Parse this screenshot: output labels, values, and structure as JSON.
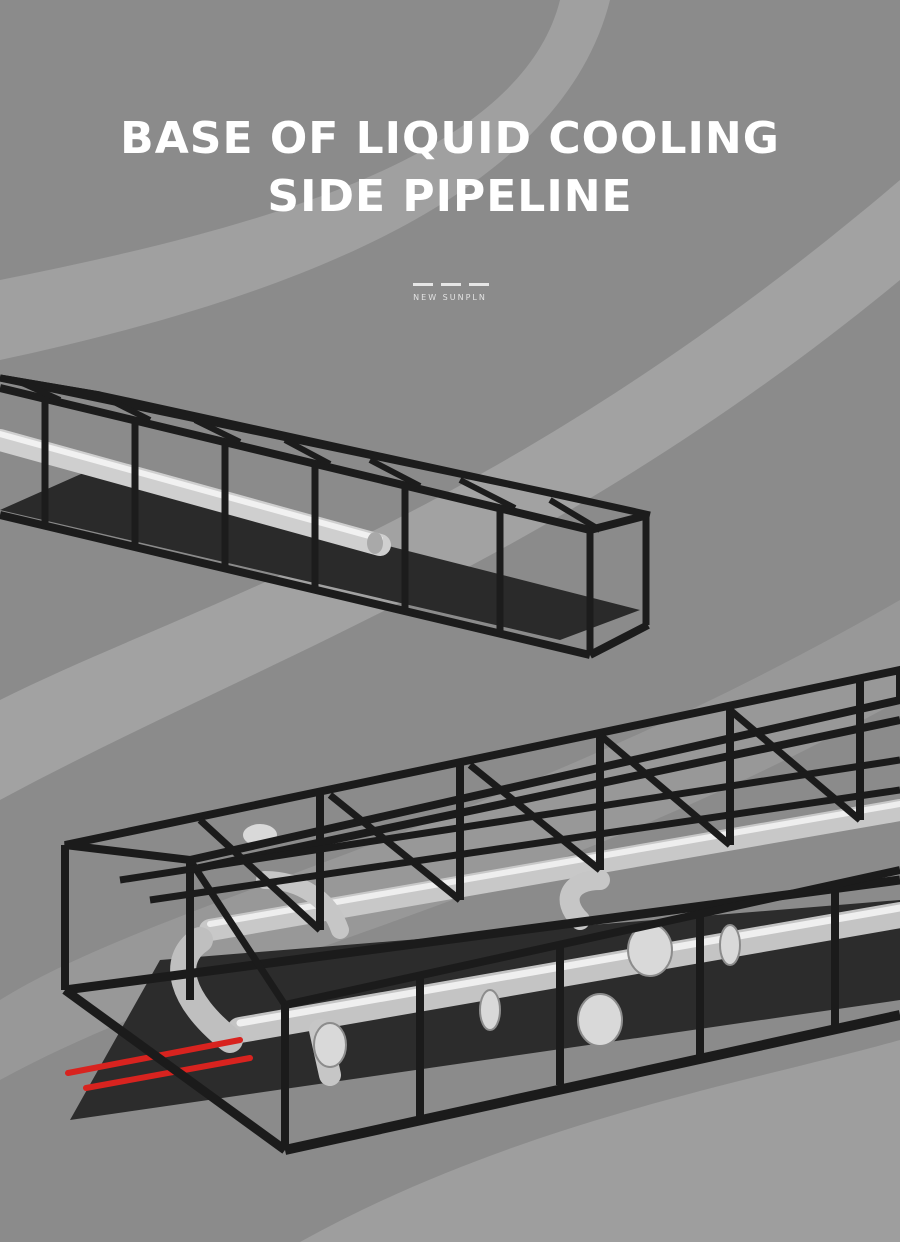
{
  "header": {
    "title_line1": "BASE OF LIQUID COOLING",
    "title_line2": "SIDE PIPELINE",
    "brand": "NEW SUNPLN"
  },
  "illustrations": [
    {
      "name": "upper-pipeline-skid-image",
      "description": "Black steel frame skid with stainless steel pipeline"
    },
    {
      "name": "lower-pipeline-skid-image",
      "description": "Black steel frame skid with stainless pipes, flanges and red tubes"
    }
  ],
  "colors": {
    "background": "#8d8d8d",
    "background_swoosh": "#a8a8a8",
    "frame": "#1c1c1c",
    "pipe": "#d4d4d4",
    "accent_red": "#d8231f",
    "title_text": "#ffffff"
  }
}
